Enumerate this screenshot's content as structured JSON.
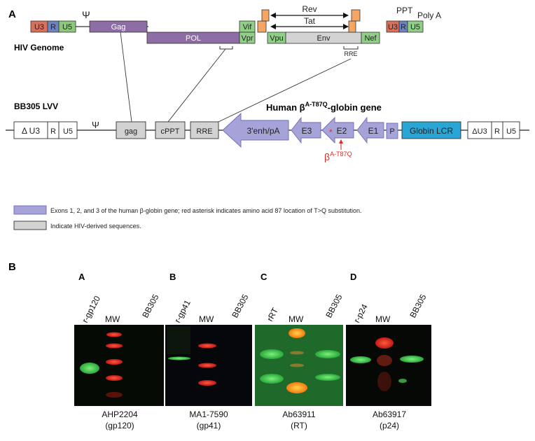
{
  "panel_a": {
    "letter": "A",
    "hiv_genome": {
      "title": "HIV Genome",
      "psi": "Ψ",
      "segments": {
        "u3_left": "U3",
        "r_left": "R",
        "u5_left": "U5",
        "gag": "Gag",
        "pol": "POL",
        "vif": "Vif",
        "vpr": "Vpr",
        "vpu": "Vpu",
        "env": "Env",
        "nef": "Nef",
        "u3_right": "U3",
        "r_right": "R",
        "u5_right": "U5"
      },
      "rev": "Rev",
      "tat": "Tat",
      "ppt": "PPT",
      "polya": "Poly A",
      "rre": "RRE"
    },
    "lvv": {
      "title": "BB305 LVV",
      "psi": "Ψ",
      "segments": {
        "delta_u3_left": "Δ U3",
        "r_left": "R",
        "u5_left": "U5",
        "gag": "gag",
        "cppt": "cPPT",
        "rre": "RRE",
        "enh": "3'enh/pA",
        "e3": "E3",
        "e2": "E2",
        "e1": "E1",
        "p": "P",
        "lcr": "Globin LCR",
        "delta_u3_right": "ΔU3",
        "r_right": "R",
        "u5_right": "U5"
      },
      "gene_label_main": "Human β",
      "gene_label_sup": "A-T87Q",
      "gene_label_tail": "-globin gene",
      "mutation_main": "β",
      "mutation_sup": "A-T87Q",
      "asterisk": "*"
    },
    "legend": [
      {
        "text": "Exons 1, 2, and 3 of the human β-globin gene; red asterisk indicates amino acid 87 location of T>Q substitution."
      },
      {
        "text": "Indicate HIV-derived sequences."
      }
    ]
  },
  "panel_b": {
    "letter": "B",
    "blots": [
      {
        "letter": "A",
        "lanes": [
          "r-gp120",
          "MW",
          "BB305"
        ],
        "antibody": "AHP2204",
        "target": "(gp120)"
      },
      {
        "letter": "B",
        "lanes": [
          "r-gp41",
          "MW",
          "BB305"
        ],
        "antibody": "MA1-7590",
        "target": "(gp41)"
      },
      {
        "letter": "C",
        "lanes": [
          "rRT",
          "MW",
          "BB305"
        ],
        "antibody": "Ab63911",
        "target": "(RT)"
      },
      {
        "letter": "D",
        "lanes": [
          "r-p24",
          "MW",
          "BB305"
        ],
        "antibody": "Ab63917",
        "target": "(p24)"
      }
    ]
  },
  "colors": {
    "u3": "#d9705c",
    "r": "#6e84c2",
    "u5": "#8cc97a",
    "gag": "#8e6ca6",
    "green_box": "#90cf86",
    "orange": "#f5a663",
    "env_gray": "#d3d3d3",
    "exon": "#a6a3d8",
    "exon_stroke": "#6f6ab8",
    "lcr": "#29a6d6",
    "hiv_gray": "#d2d2d2",
    "mutation_red": "#d4302c"
  }
}
